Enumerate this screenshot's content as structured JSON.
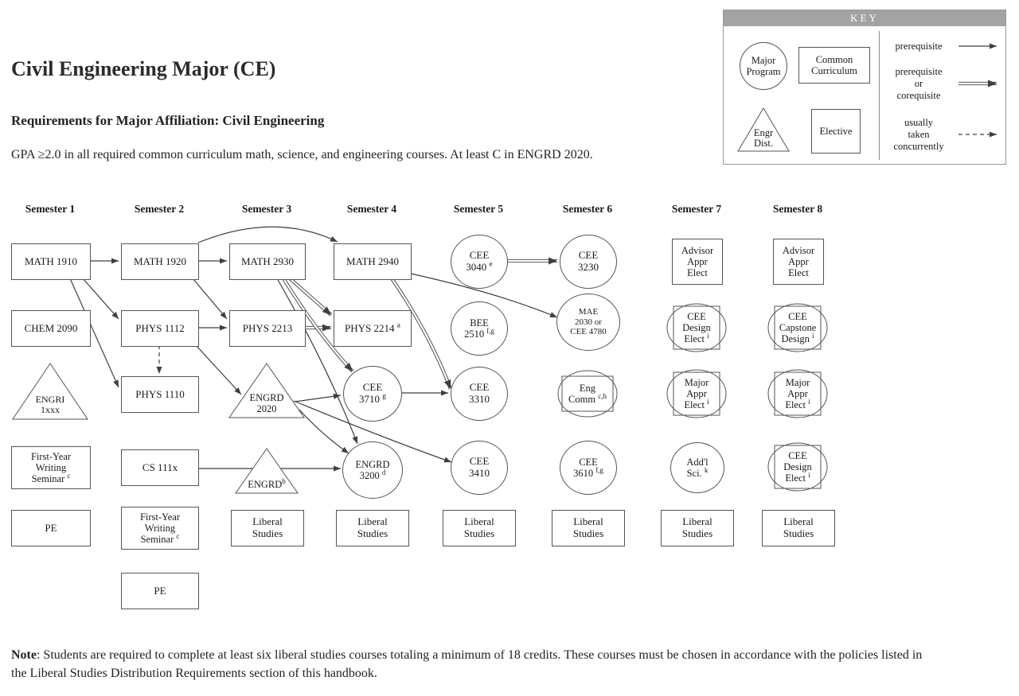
{
  "page": {
    "title": "Civil Engineering Major (CE)",
    "affiliation_heading": "Requirements for Major Affiliation:  Civil Engineering",
    "gpa_note": "GPA ≥2.0 in all required common curriculum math, science, and engineering courses. At least C in ENGRD 2020.",
    "footnote_label": "Note",
    "footnote_text": ": Students are required to complete at least six liberal studies courses totaling a minimum of 18 credits.  These courses must be chosen in accordance with the policies listed in the Liberal Studies Distribution Requirements section of this handbook."
  },
  "colors": {
    "border": "#555555",
    "line": "#3f3f3f",
    "key_header_bg": "#a3a3a3"
  },
  "key": {
    "title": "KEY",
    "shapes": [
      {
        "shape": "circle",
        "label_lines": [
          "Major",
          "Program"
        ]
      },
      {
        "shape": "rect",
        "label_lines": [
          "Common",
          "Curriculum"
        ]
      },
      {
        "shape": "triangle",
        "label_lines": [
          "Engr",
          "Dist."
        ]
      },
      {
        "shape": "rect",
        "label_lines": [
          "Elective"
        ]
      }
    ],
    "arrows": [
      {
        "style": "solid",
        "label_lines": [
          "prerequisite"
        ]
      },
      {
        "style": "double",
        "label_lines": [
          "prerequisite",
          "or",
          "corequisite"
        ]
      },
      {
        "style": "dashed",
        "label_lines": [
          "usually",
          "taken",
          "concurrently"
        ]
      }
    ]
  },
  "semesters": [
    "Semester 1",
    "Semester 2",
    "Semester 3",
    "Semester 4",
    "Semester 5",
    "Semester 6",
    "Semester 7",
    "Semester 8"
  ],
  "nodes": [
    {
      "id": "math-1910",
      "semester": 1,
      "shape": "rect",
      "lines": [
        "MATH 1910"
      ]
    },
    {
      "id": "chem-2090",
      "semester": 1,
      "shape": "rect",
      "lines": [
        "CHEM 2090"
      ]
    },
    {
      "id": "engri-1xxx",
      "semester": 1,
      "shape": "triangle",
      "lines": [
        "ENGRI",
        "1xxx"
      ]
    },
    {
      "id": "fys-writing-1",
      "semester": 1,
      "shape": "rect",
      "lines": [
        "First-Year",
        "Writing",
        "Seminar ^c"
      ]
    },
    {
      "id": "pe-1",
      "semester": 1,
      "shape": "rect",
      "lines": [
        "PE"
      ]
    },
    {
      "id": "math-1920",
      "semester": 2,
      "shape": "rect",
      "lines": [
        "MATH 1920"
      ]
    },
    {
      "id": "phys-1112",
      "semester": 2,
      "shape": "rect",
      "lines": [
        "PHYS 1112"
      ]
    },
    {
      "id": "phys-1110",
      "semester": 2,
      "shape": "rect",
      "lines": [
        "PHYS 1110"
      ]
    },
    {
      "id": "cs-111x",
      "semester": 2,
      "shape": "rect",
      "lines": [
        "CS  111x"
      ]
    },
    {
      "id": "fys-writing-2",
      "semester": 2,
      "shape": "rect",
      "lines": [
        "First-Year",
        "Writing",
        "Seminar ^c"
      ]
    },
    {
      "id": "pe-2",
      "semester": 2,
      "shape": "rect",
      "lines": [
        "PE"
      ]
    },
    {
      "id": "math-2930",
      "semester": 3,
      "shape": "rect",
      "lines": [
        "MATH 2930"
      ]
    },
    {
      "id": "phys-2213",
      "semester": 3,
      "shape": "rect",
      "lines": [
        "PHYS 2213"
      ]
    },
    {
      "id": "engrd-2020",
      "semester": 3,
      "shape": "triangle",
      "lines": [
        "ENGRD",
        "2020"
      ]
    },
    {
      "id": "engrd-b",
      "semester": 3,
      "shape": "triangle",
      "lines": [
        "ENGRD^b"
      ]
    },
    {
      "id": "liberal-3",
      "semester": 3,
      "shape": "rect",
      "lines": [
        "Liberal",
        "Studies"
      ]
    },
    {
      "id": "math-2940",
      "semester": 4,
      "shape": "rect",
      "lines": [
        "MATH 2940"
      ]
    },
    {
      "id": "phys-2214",
      "semester": 4,
      "shape": "rect",
      "lines": [
        "PHYS 2214 ^a"
      ]
    },
    {
      "id": "cee-3710",
      "semester": 4,
      "shape": "circle",
      "lines": [
        "CEE",
        "3710 ^g"
      ]
    },
    {
      "id": "engrd-3200",
      "semester": 4,
      "shape": "circle",
      "lines": [
        "ENGRD",
        "3200 ^d"
      ]
    },
    {
      "id": "liberal-4",
      "semester": 4,
      "shape": "rect",
      "lines": [
        "Liberal",
        "Studies"
      ]
    },
    {
      "id": "cee-3040",
      "semester": 5,
      "shape": "circle",
      "lines": [
        "CEE",
        "3040 ^e"
      ]
    },
    {
      "id": "bee-2510",
      "semester": 5,
      "shape": "circle",
      "lines": [
        "BEE",
        "2510 ^f,g"
      ]
    },
    {
      "id": "cee-3310",
      "semester": 5,
      "shape": "circle",
      "lines": [
        "CEE",
        "3310"
      ]
    },
    {
      "id": "cee-3410",
      "semester": 5,
      "shape": "circle",
      "lines": [
        "CEE",
        "3410"
      ]
    },
    {
      "id": "liberal-5",
      "semester": 5,
      "shape": "rect",
      "lines": [
        "Liberal",
        "Studies"
      ]
    },
    {
      "id": "cee-3230",
      "semester": 6,
      "shape": "circle",
      "lines": [
        "CEE",
        "3230"
      ]
    },
    {
      "id": "mae-2030-cee-4780",
      "semester": 6,
      "shape": "circle",
      "lines": [
        "MAE",
        "2030 or",
        "CEE 4780"
      ]
    },
    {
      "id": "eng-comm",
      "semester": 6,
      "shape": "combo",
      "lines": [
        "Eng",
        "Comm ^c,h"
      ]
    },
    {
      "id": "cee-3610",
      "semester": 6,
      "shape": "circle",
      "lines": [
        "CEE",
        "3610 ^f,g"
      ]
    },
    {
      "id": "liberal-6",
      "semester": 6,
      "shape": "rect",
      "lines": [
        "Liberal",
        "Studies"
      ]
    },
    {
      "id": "advisor-elect-7",
      "semester": 7,
      "shape": "rect",
      "lines": [
        "Advisor",
        "Appr",
        "Elect"
      ]
    },
    {
      "id": "cee-design-elect-7",
      "semester": 7,
      "shape": "combo",
      "lines": [
        "CEE",
        "Design",
        "Elect ^i"
      ]
    },
    {
      "id": "major-appr-elect-7",
      "semester": 7,
      "shape": "combo",
      "lines": [
        "Major",
        "Appr",
        "Elect ^i"
      ]
    },
    {
      "id": "addl-sci",
      "semester": 7,
      "shape": "circle",
      "lines": [
        "Add'l",
        "Sci. ^k"
      ]
    },
    {
      "id": "liberal-7",
      "semester": 7,
      "shape": "rect",
      "lines": [
        "Liberal",
        "Studies"
      ]
    },
    {
      "id": "advisor-elect-8",
      "semester": 8,
      "shape": "rect",
      "lines": [
        "Advisor",
        "Appr",
        "Elect"
      ]
    },
    {
      "id": "cee-capstone-design",
      "semester": 8,
      "shape": "combo",
      "lines": [
        "CEE",
        "Capstone",
        "Design ^i"
      ]
    },
    {
      "id": "major-appr-elect-8",
      "semester": 8,
      "shape": "combo",
      "lines": [
        "Major",
        "Appr",
        "Elect ^i"
      ]
    },
    {
      "id": "cee-design-elect-8",
      "semester": 8,
      "shape": "combo",
      "lines": [
        "CEE",
        "Design",
        "Elect ^i"
      ]
    },
    {
      "id": "liberal-8",
      "semester": 8,
      "shape": "rect",
      "lines": [
        "Liberal",
        "Studies"
      ]
    }
  ],
  "edges": [
    {
      "from": "math-1910",
      "to": "math-1920",
      "type": "prerequisite"
    },
    {
      "from": "math-1920",
      "to": "math-2930",
      "type": "prerequisite"
    },
    {
      "from": "math-1920",
      "to": "math-2940",
      "type": "prerequisite"
    },
    {
      "from": "math-1910",
      "to": "phys-1112",
      "type": "prerequisite"
    },
    {
      "from": "math-1910",
      "to": "phys-1110",
      "type": "prerequisite"
    },
    {
      "from": "phys-1112",
      "to": "phys-1110",
      "type": "concurrent"
    },
    {
      "from": "math-1920",
      "to": "phys-2213",
      "type": "prerequisite"
    },
    {
      "from": "phys-1112",
      "to": "phys-2213",
      "type": "prerequisite"
    },
    {
      "from": "phys-2213",
      "to": "phys-2214",
      "type": "prereq-or-coreq"
    },
    {
      "from": "math-2930",
      "to": "phys-2214",
      "type": "prereq-or-coreq"
    },
    {
      "from": "phys-1112",
      "to": "engrd-2020",
      "type": "prerequisite"
    },
    {
      "from": "engrd-2020",
      "to": "cee-3710",
      "type": "prerequisite"
    },
    {
      "from": "math-2930",
      "to": "cee-3710",
      "type": "prereq-or-coreq"
    },
    {
      "from": "math-2940",
      "to": "cee-3310",
      "type": "prereq-or-coreq"
    },
    {
      "from": "engrd-2020",
      "to": "engrd-3200",
      "type": "prerequisite"
    },
    {
      "from": "engrd-2020",
      "to": "cee-3410",
      "type": "prerequisite"
    },
    {
      "from": "cee-3710",
      "to": "cee-3310",
      "type": "prerequisite"
    },
    {
      "from": "math-2930",
      "to": "engrd-3200",
      "type": "prerequisite"
    },
    {
      "from": "cs-111x",
      "to": "engrd-3200",
      "type": "prerequisite"
    },
    {
      "from": "math-2940",
      "to": "mae-2030-cee-4780",
      "type": "prerequisite"
    },
    {
      "from": "cee-3040",
      "to": "cee-3230",
      "type": "prereq-or-coreq"
    }
  ]
}
